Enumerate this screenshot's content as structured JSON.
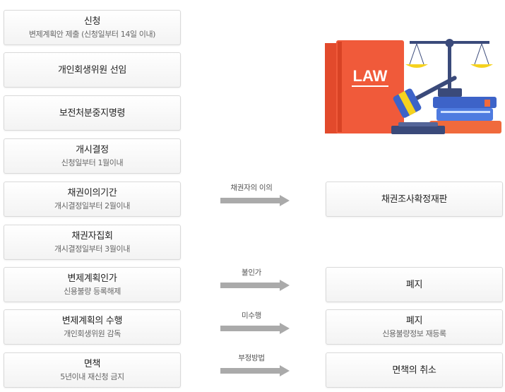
{
  "steps": [
    {
      "title": "신청",
      "sub": "변제계획안 제출 (신청일부터 14일 이내)"
    },
    {
      "title": "개인회생위원 선임",
      "sub": ""
    },
    {
      "title": "보전처분중지명령",
      "sub": ""
    },
    {
      "title": "개시결정",
      "sub": "신청일부터 1월이내"
    },
    {
      "title": "채권이의기간",
      "sub": "개시결정일부터 2월이내"
    },
    {
      "title": "채권자집회",
      "sub": "개시결정일부터 3월이내"
    },
    {
      "title": "변제계획인가",
      "sub": "신용불량 등록해제"
    },
    {
      "title": "변제계획의 수행",
      "sub": "개인회생위원 감독"
    },
    {
      "title": "면책",
      "sub": "5년이내 재신청 금지"
    }
  ],
  "branches": [
    {
      "label": "채권자의 이의",
      "title": "채권조사확정재판",
      "sub": ""
    },
    {
      "label": "불인가",
      "title": "폐지",
      "sub": ""
    },
    {
      "label": "미수행",
      "title": "폐지",
      "sub": "신용불량정보 재등록"
    },
    {
      "label": "부정방법",
      "title": "면책의 취소",
      "sub": ""
    }
  ],
  "illustration": {
    "book_text": "LAW"
  },
  "colors": {
    "arrow": "#aaaaaa",
    "book": "#f05a3a",
    "gold": "#f5d21e",
    "blue": "#3f5bb5"
  }
}
